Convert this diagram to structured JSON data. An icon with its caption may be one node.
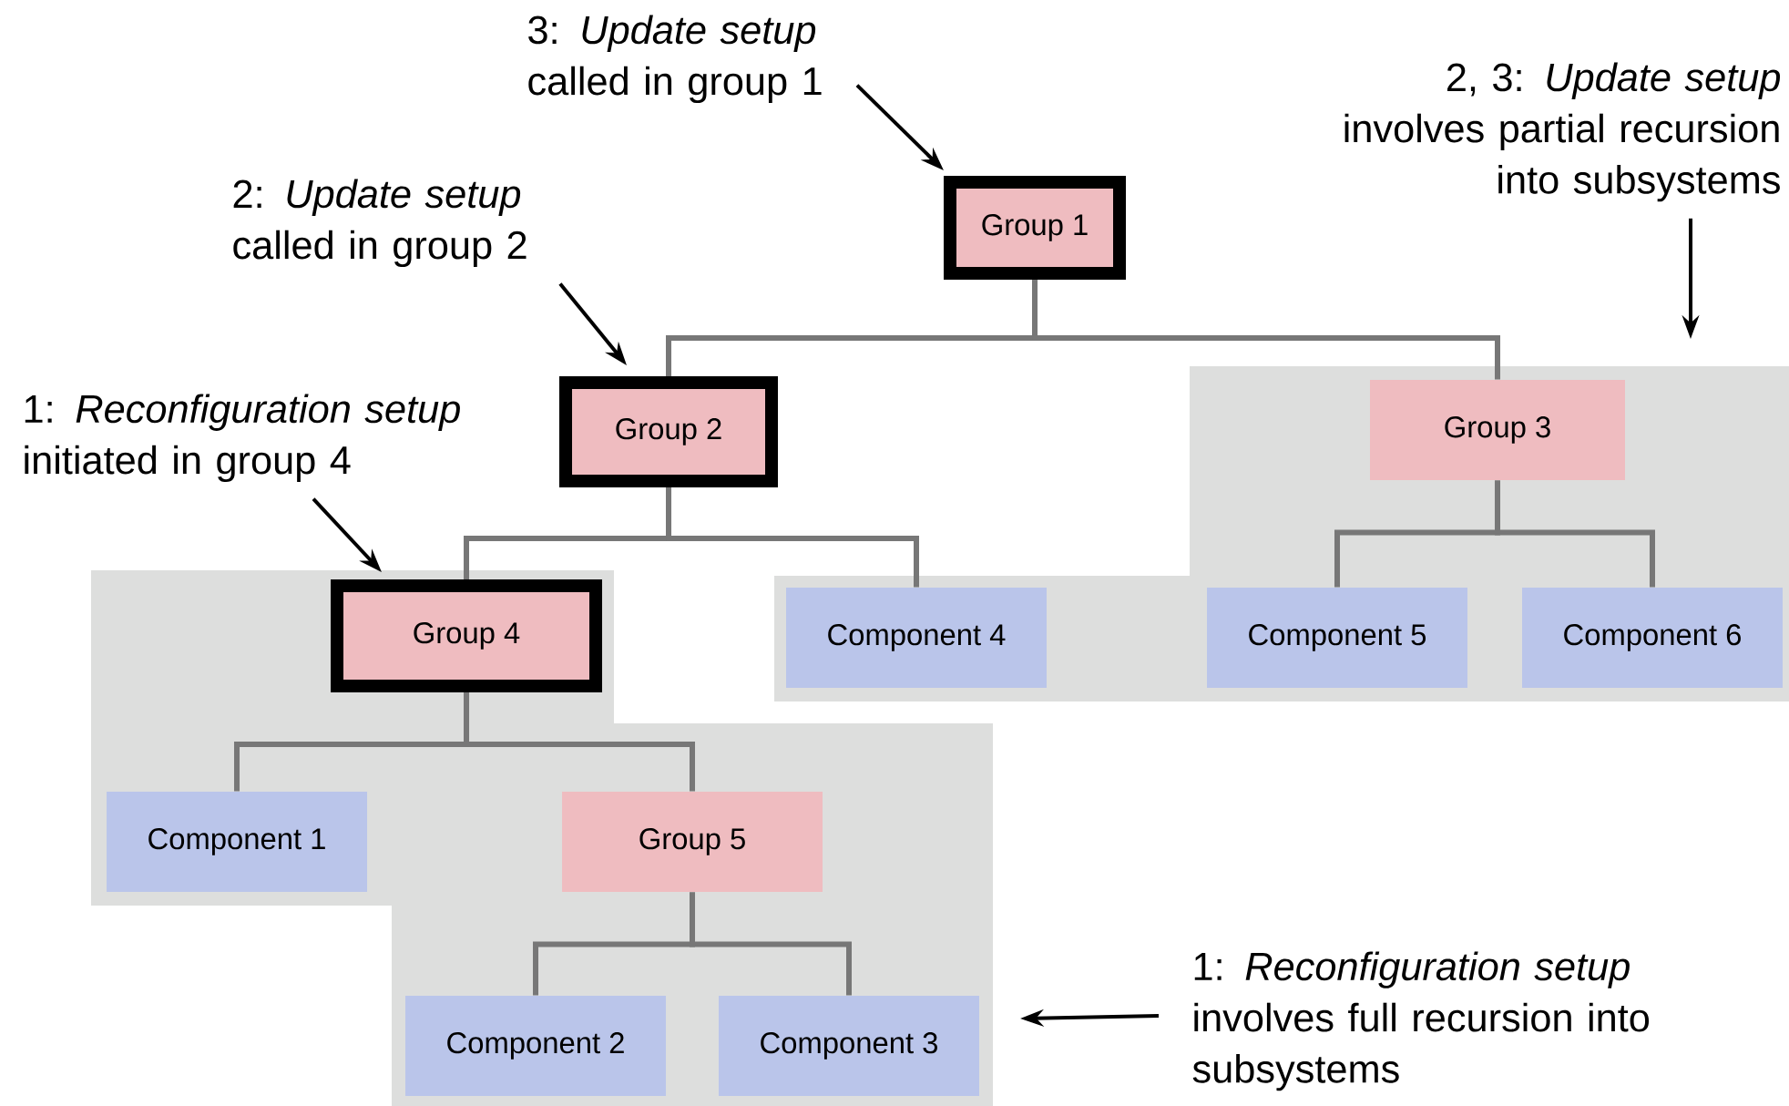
{
  "diagram": {
    "nodes": [
      {
        "text": [
          "Group 1"
        ]
      },
      {
        "text": [
          "Group 2"
        ]
      },
      {
        "text": [
          "Group 3"
        ]
      },
      {
        "text": [
          "Group 4"
        ]
      },
      {
        "text": [
          "Component 4"
        ]
      },
      {
        "text": [
          "Component 5"
        ]
      },
      {
        "text": [
          "Component 6"
        ]
      },
      {
        "text": [
          "Component 1"
        ]
      },
      {
        "text": [
          "Group 5"
        ]
      },
      {
        "text": [
          "Component 2"
        ]
      },
      {
        "text": [
          "Component 3"
        ]
      },
      {
        "text": [
          "3: *Update setup* called in group 1"
        ]
      },
      {
        "text": [
          "2, 3: *Update setup* involves partial recursion into subsystems"
        ]
      },
      {
        "text": [
          "2: *Update setup* called in group 2"
        ]
      },
      {
        "text": [
          "1: *Reconfiguration setup* initiated in group 4"
        ]
      },
      {
        "text": [
          "1: *Reconfiguration setup* involves full recursion into subsystems"
        ]
      }
    ],
    "edges": [
      {
        "from": 0,
        "to": 1,
        "arrow": "none"
      },
      {
        "from": 0,
        "to": 2,
        "arrow": "none"
      },
      {
        "from": 1,
        "to": 3,
        "arrow": "none"
      },
      {
        "from": 1,
        "to": 4,
        "arrow": "none"
      },
      {
        "from": 2,
        "to": 5,
        "arrow": "none"
      },
      {
        "from": 2,
        "to": 6,
        "arrow": "none"
      },
      {
        "from": 3,
        "to": 7,
        "arrow": "none"
      },
      {
        "from": 3,
        "to": 8,
        "arrow": "none"
      },
      {
        "from": 8,
        "to": 9,
        "arrow": "none"
      },
      {
        "from": 8,
        "to": 10,
        "arrow": "none"
      },
      {
        "from": 11,
        "to": 0,
        "arrow": "to",
        "color": "#000000"
      },
      {
        "from": 13,
        "to": 1,
        "arrow": "to",
        "color": "#000000"
      },
      {
        "from": 14,
        "to": 3,
        "arrow": "to",
        "color": "#000000"
      },
      {
        "from": 12,
        "to": null,
        "arrow": "to",
        "color": "#000000"
      },
      {
        "from": 15,
        "to": null,
        "arrow": "to",
        "color": "#000000"
      }
    ]
  }
}
